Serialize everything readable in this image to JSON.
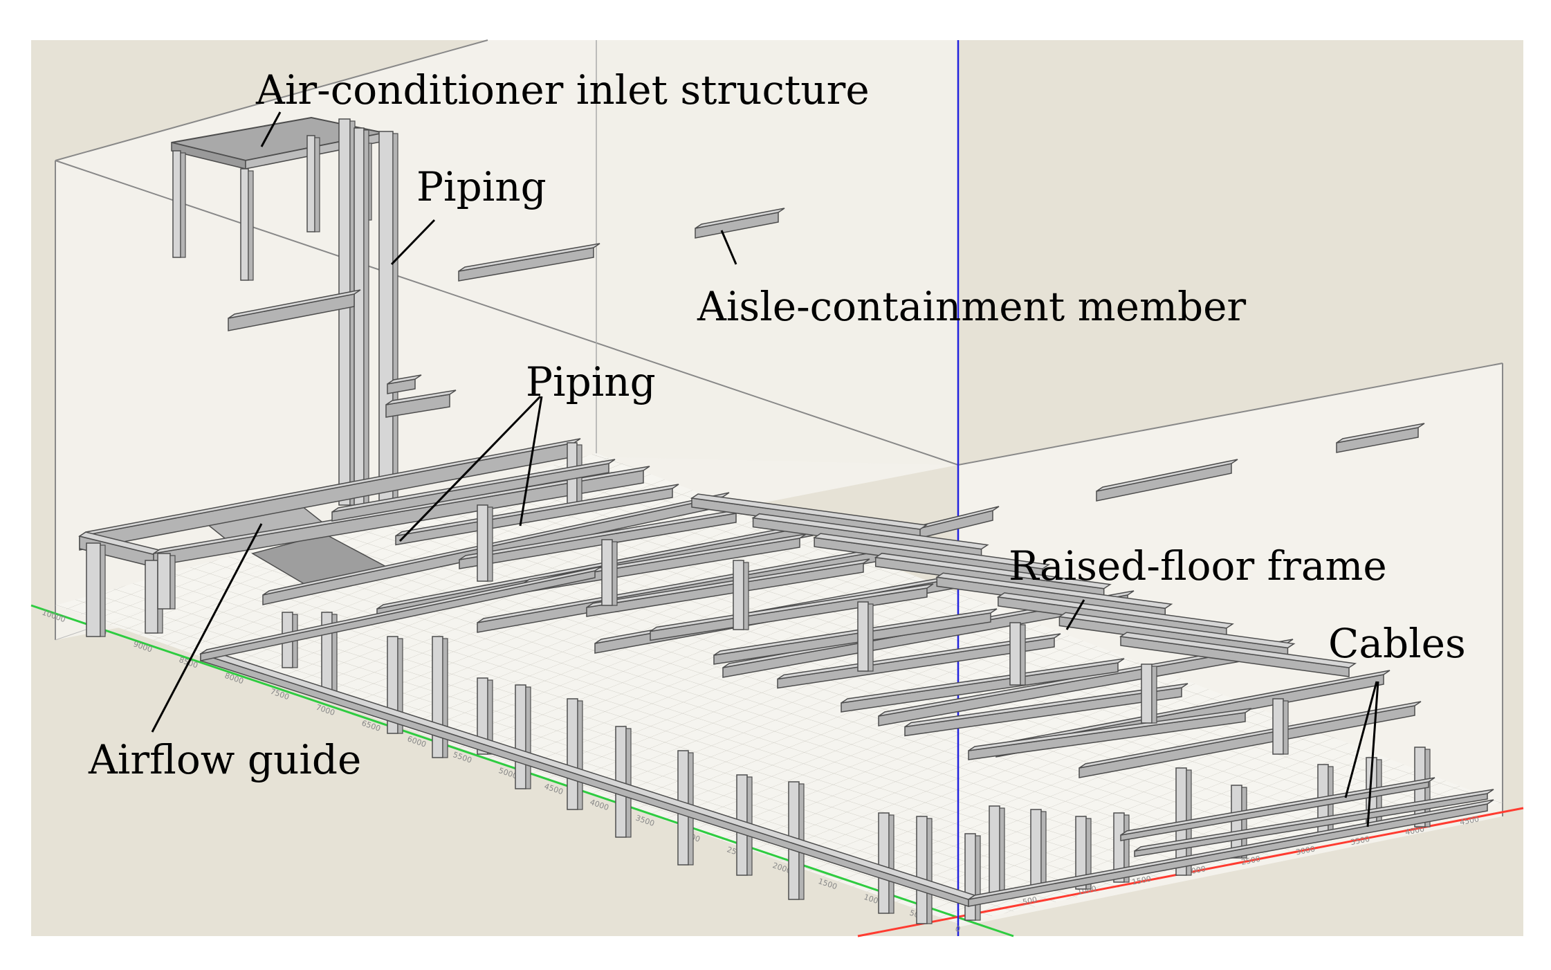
{
  "labels": {
    "air_conditioner_inlet": "Air-conditioner inlet structure",
    "piping_upper": "Piping",
    "aisle_containment": "Aisle-containment member",
    "piping_lower": "Piping",
    "raised_floor_frame": "Raised-floor frame",
    "cables": "Cables",
    "airflow_guide": "Airflow guide"
  },
  "axis_ticks": {
    "left_axis": [
      "0",
      "500",
      "1000",
      "1500",
      "2000",
      "2500",
      "3000",
      "3500",
      "4000",
      "4500",
      "5000",
      "5500",
      "6000",
      "6500",
      "7000",
      "7500",
      "8000",
      "8500",
      "9000",
      "9500",
      "10000"
    ],
    "right_axis": [
      "500",
      "1000",
      "1500",
      "2000",
      "2500",
      "3000",
      "3500",
      "4000",
      "4500"
    ]
  },
  "colors": {
    "background": "#e6e2d6",
    "room_face": "#f3f1eb",
    "member_top": "#d6d6d6",
    "member_side": "#b4b4b4",
    "member_edge": "#4d4d4d",
    "axis_green": "#2ecc40",
    "axis_red": "#ff3b30",
    "axis_blue": "#2222dd"
  }
}
